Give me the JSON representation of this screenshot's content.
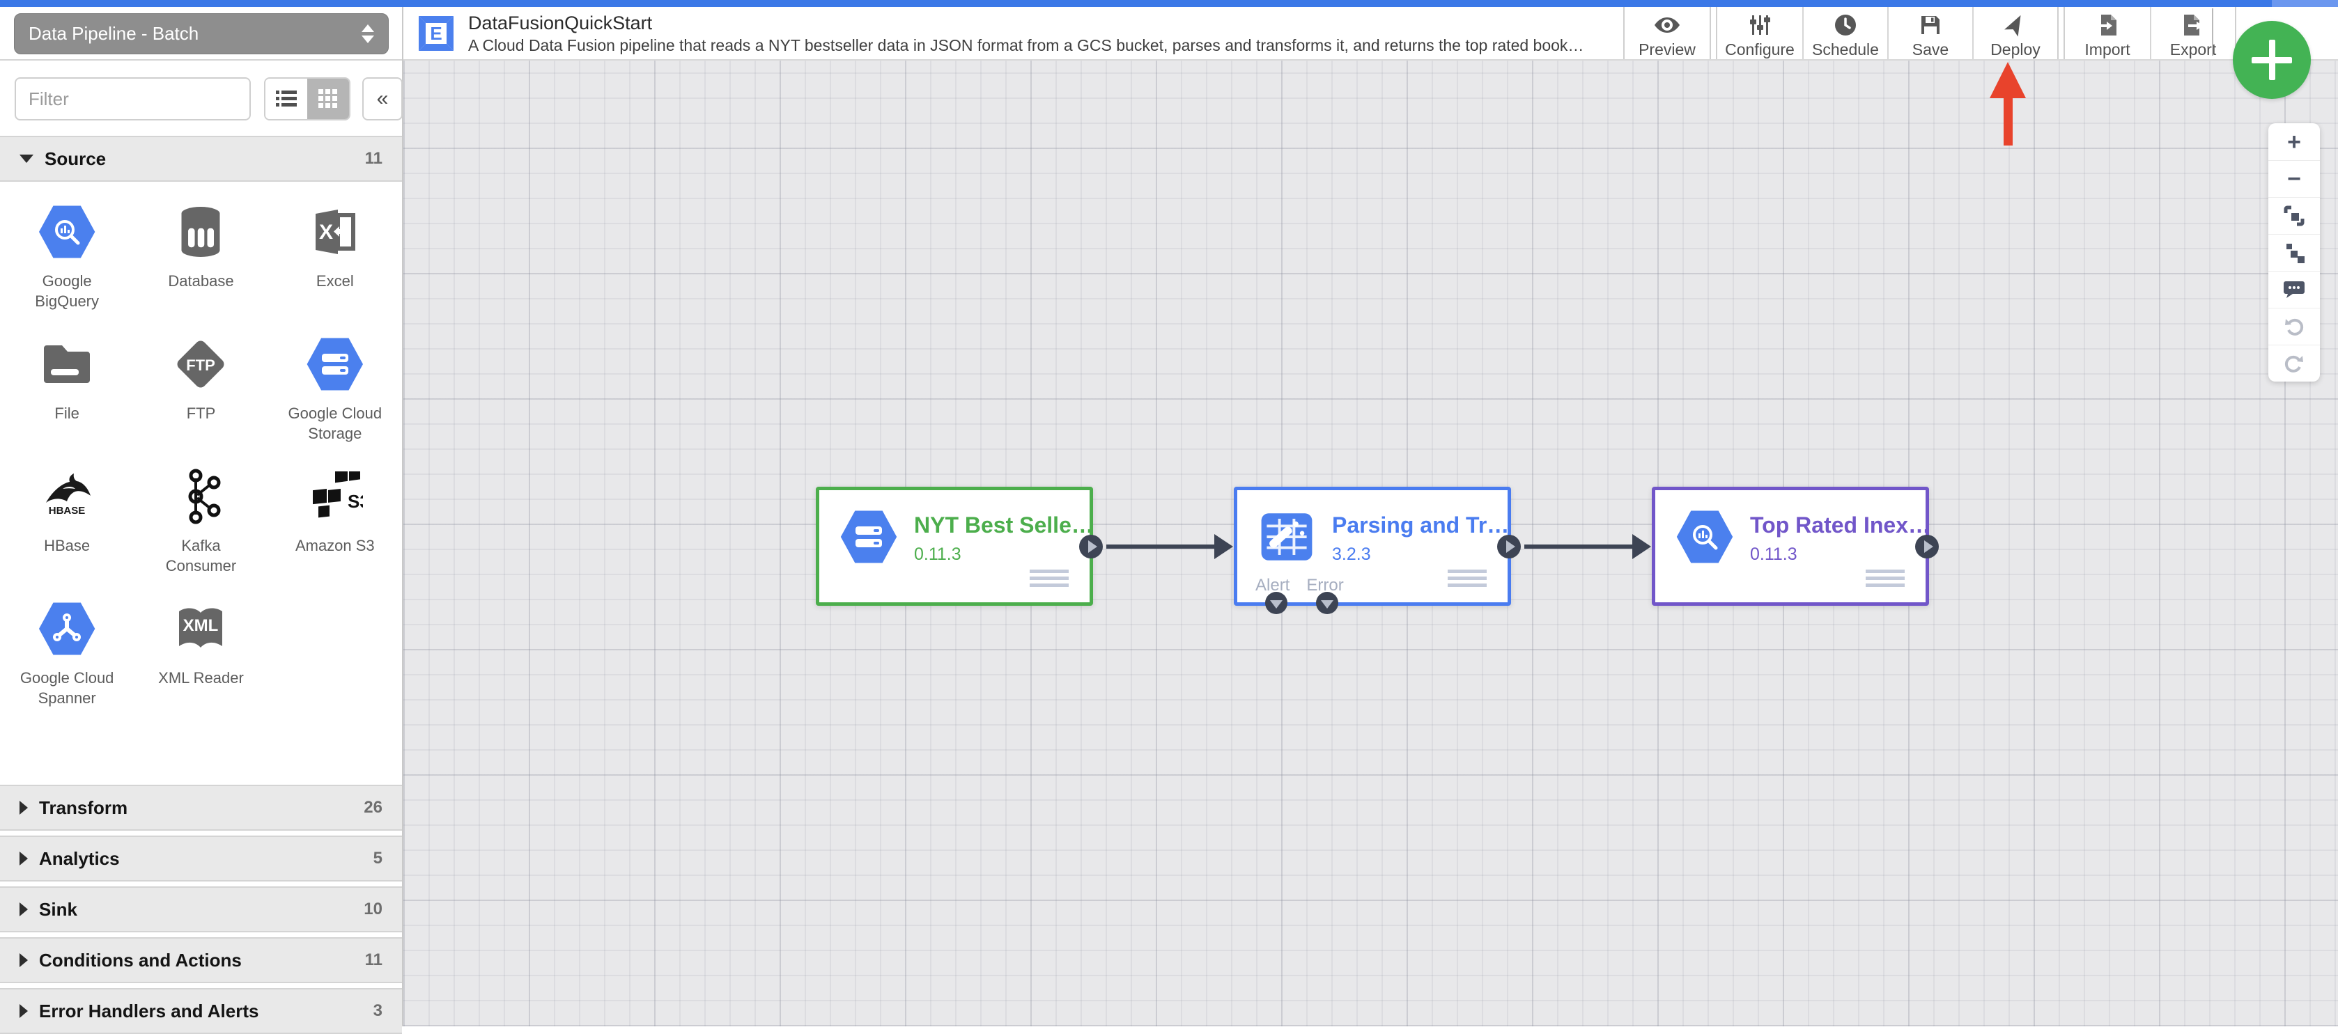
{
  "pipeline_type": {
    "label": "Data Pipeline - Batch"
  },
  "header": {
    "title": "DataFusionQuickStart",
    "description": "A Cloud Data Fusion pipeline that reads a NYT bestseller data in JSON format from a GCS bucket, parses and transforms it, and returns the top rated book…",
    "toolbar": {
      "preview": "Preview",
      "configure": "Configure",
      "schedule": "Schedule",
      "save": "Save",
      "deploy": "Deploy",
      "import": "Import",
      "export": "Export"
    }
  },
  "sidebar": {
    "filter_placeholder": "Filter",
    "source_section": {
      "label": "Source",
      "count": "11"
    },
    "plugins": [
      {
        "label": "Google BigQuery"
      },
      {
        "label": "Database"
      },
      {
        "label": "Excel"
      },
      {
        "label": "File"
      },
      {
        "label": "FTP"
      },
      {
        "label": "Google Cloud Storage"
      },
      {
        "label": "HBase"
      },
      {
        "label": "Kafka Consumer"
      },
      {
        "label": "Amazon S3"
      },
      {
        "label": "Google Cloud Spanner"
      },
      {
        "label": "XML Reader"
      }
    ],
    "sections": [
      {
        "label": "Transform",
        "count": "26"
      },
      {
        "label": "Analytics",
        "count": "5"
      },
      {
        "label": "Sink",
        "count": "10"
      },
      {
        "label": "Conditions and Actions",
        "count": "11"
      },
      {
        "label": "Error Handlers and Alerts",
        "count": "3"
      }
    ]
  },
  "canvas": {
    "nodes": [
      {
        "title": "NYT Best Selle…",
        "version": "0.11.3",
        "accent": "#4cae4c"
      },
      {
        "title": "Parsing and Tr…",
        "version": "3.2.3",
        "accent": "#4a7cf0",
        "alert_label": "Alert",
        "error_label": "Error"
      },
      {
        "title": "Top Rated Inex…",
        "version": "0.11.3",
        "accent": "#7156c9"
      }
    ]
  },
  "colors": {
    "top_strip": "#3b78e7",
    "canvas_bg": "#e8e8ea",
    "port_dark": "#3d4454",
    "annotation_arrow": "#e8432c",
    "fab_green": "#43b354",
    "node_green": "#4cae4c",
    "node_blue": "#4a7cf0",
    "node_purple": "#7156c9"
  }
}
